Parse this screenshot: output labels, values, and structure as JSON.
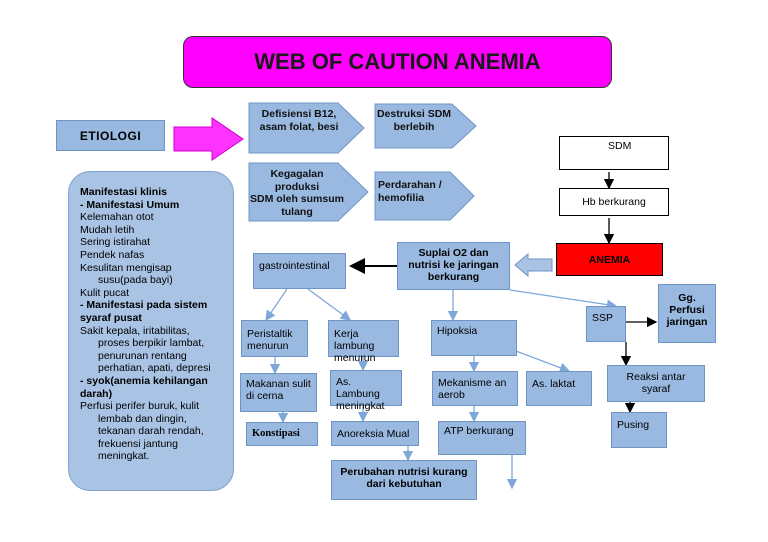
{
  "title": "WEB OF CAUTION ANEMIA",
  "etiologi": "ETIOLOGI",
  "causes": {
    "defisiensi": [
      "Defisiensi B12,",
      "asam folat, besi"
    ],
    "destruksi": [
      "Destruksi SDM",
      "berlebih"
    ],
    "kegagalan": [
      "Kegagalan produksi",
      "SDM oleh sumsum",
      "tulang"
    ],
    "perdarahan": [
      "Perdarahan /",
      "hemofilia"
    ]
  },
  "flow": {
    "sdm": "SDM",
    "hb": "Hb berkurang",
    "anemia": "ANEMIA",
    "suplai": "Suplai O2 dan nutrisi ke jaringan berkurang",
    "gastro": "gastrointestinal",
    "peristaltik": "Peristaltik menurun",
    "kerja": "Kerja lambung menurun",
    "makanan": "Makanan sulit di cerna",
    "as_lambung": "As. Lambung meningkat",
    "konstipasi": "Konstipasi",
    "anoreksia": "Anoreksia Mual",
    "perubahan": "Perubahan nutrisi kurang dari kebutuhan",
    "hipoksia": "Hipoksia",
    "mekanisme": "Mekanisme an aerob",
    "as_laktat": "As. laktat",
    "atp": "ATP berkurang",
    "ssp": "SSP",
    "gg_perfusi": "Gg. Perfusi jaringan",
    "reaksi": "Reaksi antar syaraf",
    "pusing": "Pusing"
  },
  "manifestasi": {
    "heading": "Manifestasi klinis",
    "umum_heading": "- Manifestasi Umum",
    "umum_items": [
      "Kelemahan otot",
      "Mudah letih",
      "Sering istirahat",
      "Pendek nafas",
      "Kesulitan mengisap"
    ],
    "umum_sub": "susu(pada bayi)",
    "kulit": "Kulit pucat",
    "syaraf_heading": "- Manifestasi pada sistem syaraf pusat",
    "syaraf_lead": "Sakit kepala, iritabilitas,",
    "syaraf_sub": [
      "proses berpikir lambat,",
      "penurunan rentang",
      "perhatian, apati, depresi"
    ],
    "syok_heading": "- syok(anemia kehilangan darah)",
    "syok_lead": "Perfusi perifer buruk, kulit",
    "syok_sub": [
      "lembab dan dingin,",
      "tekanan darah rendah,",
      "frekuensi jantung",
      "meningkat."
    ]
  },
  "colors": {
    "title_bg": "#ff00ff",
    "node_blue": "#99b9e1",
    "anemia_red": "#ff0000",
    "arrow_magenta": "#ff33ff",
    "arrow_blue": "#6f95c7"
  }
}
